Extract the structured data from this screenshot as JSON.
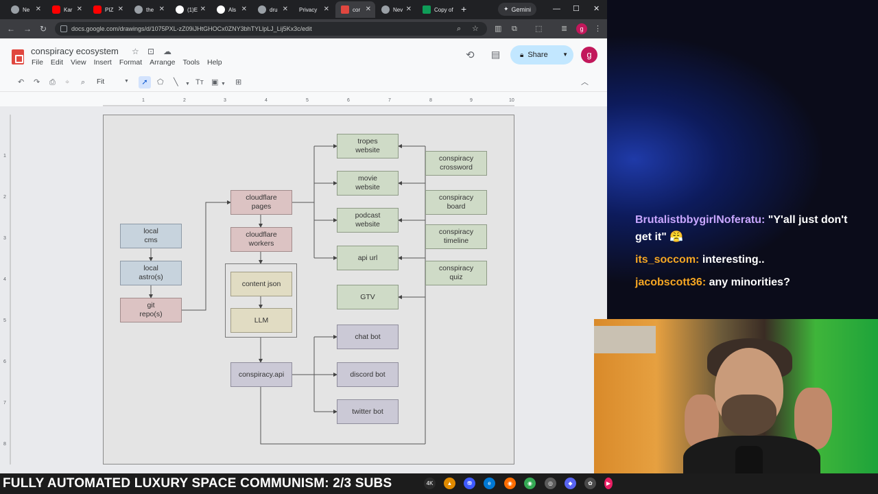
{
  "browser": {
    "tabs": [
      {
        "label": "Ne",
        "icon": "chatgpt-icon",
        "color": "#9aa0a6"
      },
      {
        "label": "Kar",
        "icon": "youtube-icon",
        "color": "#ff0000"
      },
      {
        "label": "PIZ",
        "icon": "youtube-icon",
        "color": "#ff0000"
      },
      {
        "label": "the",
        "icon": "chatgpt-icon",
        "color": "#9aa0a6"
      },
      {
        "label": "(1)E",
        "icon": "tiktok-icon",
        "color": "#ffffff"
      },
      {
        "label": "Als",
        "icon": "tiktok-icon",
        "color": "#ffffff"
      },
      {
        "label": "dru",
        "icon": "globe-icon",
        "color": "#9aa0a6"
      },
      {
        "label": "Privacy",
        "icon": "privacy-icon",
        "color": "#5f6368"
      },
      {
        "label": "cor",
        "icon": "drawings-icon",
        "color": "#e0473f"
      },
      {
        "label": "Nev",
        "icon": "chatgpt-icon",
        "color": "#9aa0a6"
      },
      {
        "label": "Copy of",
        "icon": "sheets-icon",
        "color": "#0f9d58"
      }
    ],
    "new_tab": "+",
    "gemini_label": "Gemini",
    "url": "docs.google.com/drawings/d/1075PXL-zZ09iJHtGHOCx0ZNY3bhTYLlpLJ_Lij5Kx3c/edit",
    "profile_letter": "g"
  },
  "docs": {
    "title": "conspiracy ecosystem",
    "menus": [
      "File",
      "Edit",
      "View",
      "Insert",
      "Format",
      "Arrange",
      "Tools",
      "Help"
    ],
    "share_label": "Share",
    "avatar_letter": "g",
    "zoom": "Fit",
    "ruler_top": [
      "1",
      "2",
      "3",
      "4",
      "5",
      "6",
      "7",
      "8",
      "9",
      "10"
    ],
    "ruler_left": [
      "1",
      "2",
      "3",
      "4",
      "5",
      "6",
      "7",
      "8"
    ]
  },
  "diagram": {
    "nodes": {
      "local_cms": "local\ncms",
      "local_astro": "local\nastro(s)",
      "git_repo": "git\nrepo(s)",
      "cloudflare_pages": "cloudflare\npages",
      "cloudflare_workers": "cloudflare\nworkers",
      "content_json": "content json",
      "llm": "LLM",
      "conspiracy_api": "conspiracy.api",
      "tropes_website": "tropes\nwebsite",
      "movie_website": "movie\nwebsite",
      "podcast_website": "podcast\nwebsite",
      "api_url": "api url",
      "gtv": "GTV",
      "chat_bot": "chat bot",
      "discord_bot": "discord bot",
      "twitter_bot": "twitter bot",
      "conspiracy_crossword": "conspiracy\ncrossword",
      "conspiracy_board": "conspiracy\nboard",
      "conspiracy_timeline": "conspiracy\ntimeline",
      "conspiracy_quiz": "conspiracy\nquiz"
    }
  },
  "chat": [
    {
      "user": "BrutalistbbygirlNoferatu:",
      "message": "\"Y'all just don't get it\" 😤",
      "user_color": "#c9a7ff"
    },
    {
      "user": "its_soccom:",
      "message": "interesting..",
      "user_color": "#f5a623"
    },
    {
      "user": "jacobscott36:",
      "message": "any minorities?",
      "user_color": "#f5a623"
    }
  ],
  "ticker": "FULLY AUTOMATED LUXURY SPACE COMMUNISM: 2/3 SUBS",
  "tray": [
    {
      "label": "4K",
      "color": "#2a2a2a"
    },
    {
      "label": "▲",
      "color": "#e08a00"
    },
    {
      "label": "⛃",
      "color": "#3d5afe"
    },
    {
      "label": "e",
      "color": "#0078d4"
    },
    {
      "label": "◉",
      "color": "#ff6d00"
    },
    {
      "label": "◉",
      "color": "#34a853"
    },
    {
      "label": "◎",
      "color": "#5a5a5a"
    },
    {
      "label": "◆",
      "color": "#5865f2"
    },
    {
      "label": "✿",
      "color": "#4a4a4a"
    },
    {
      "label": "▶",
      "color": "#e91e63"
    }
  ]
}
